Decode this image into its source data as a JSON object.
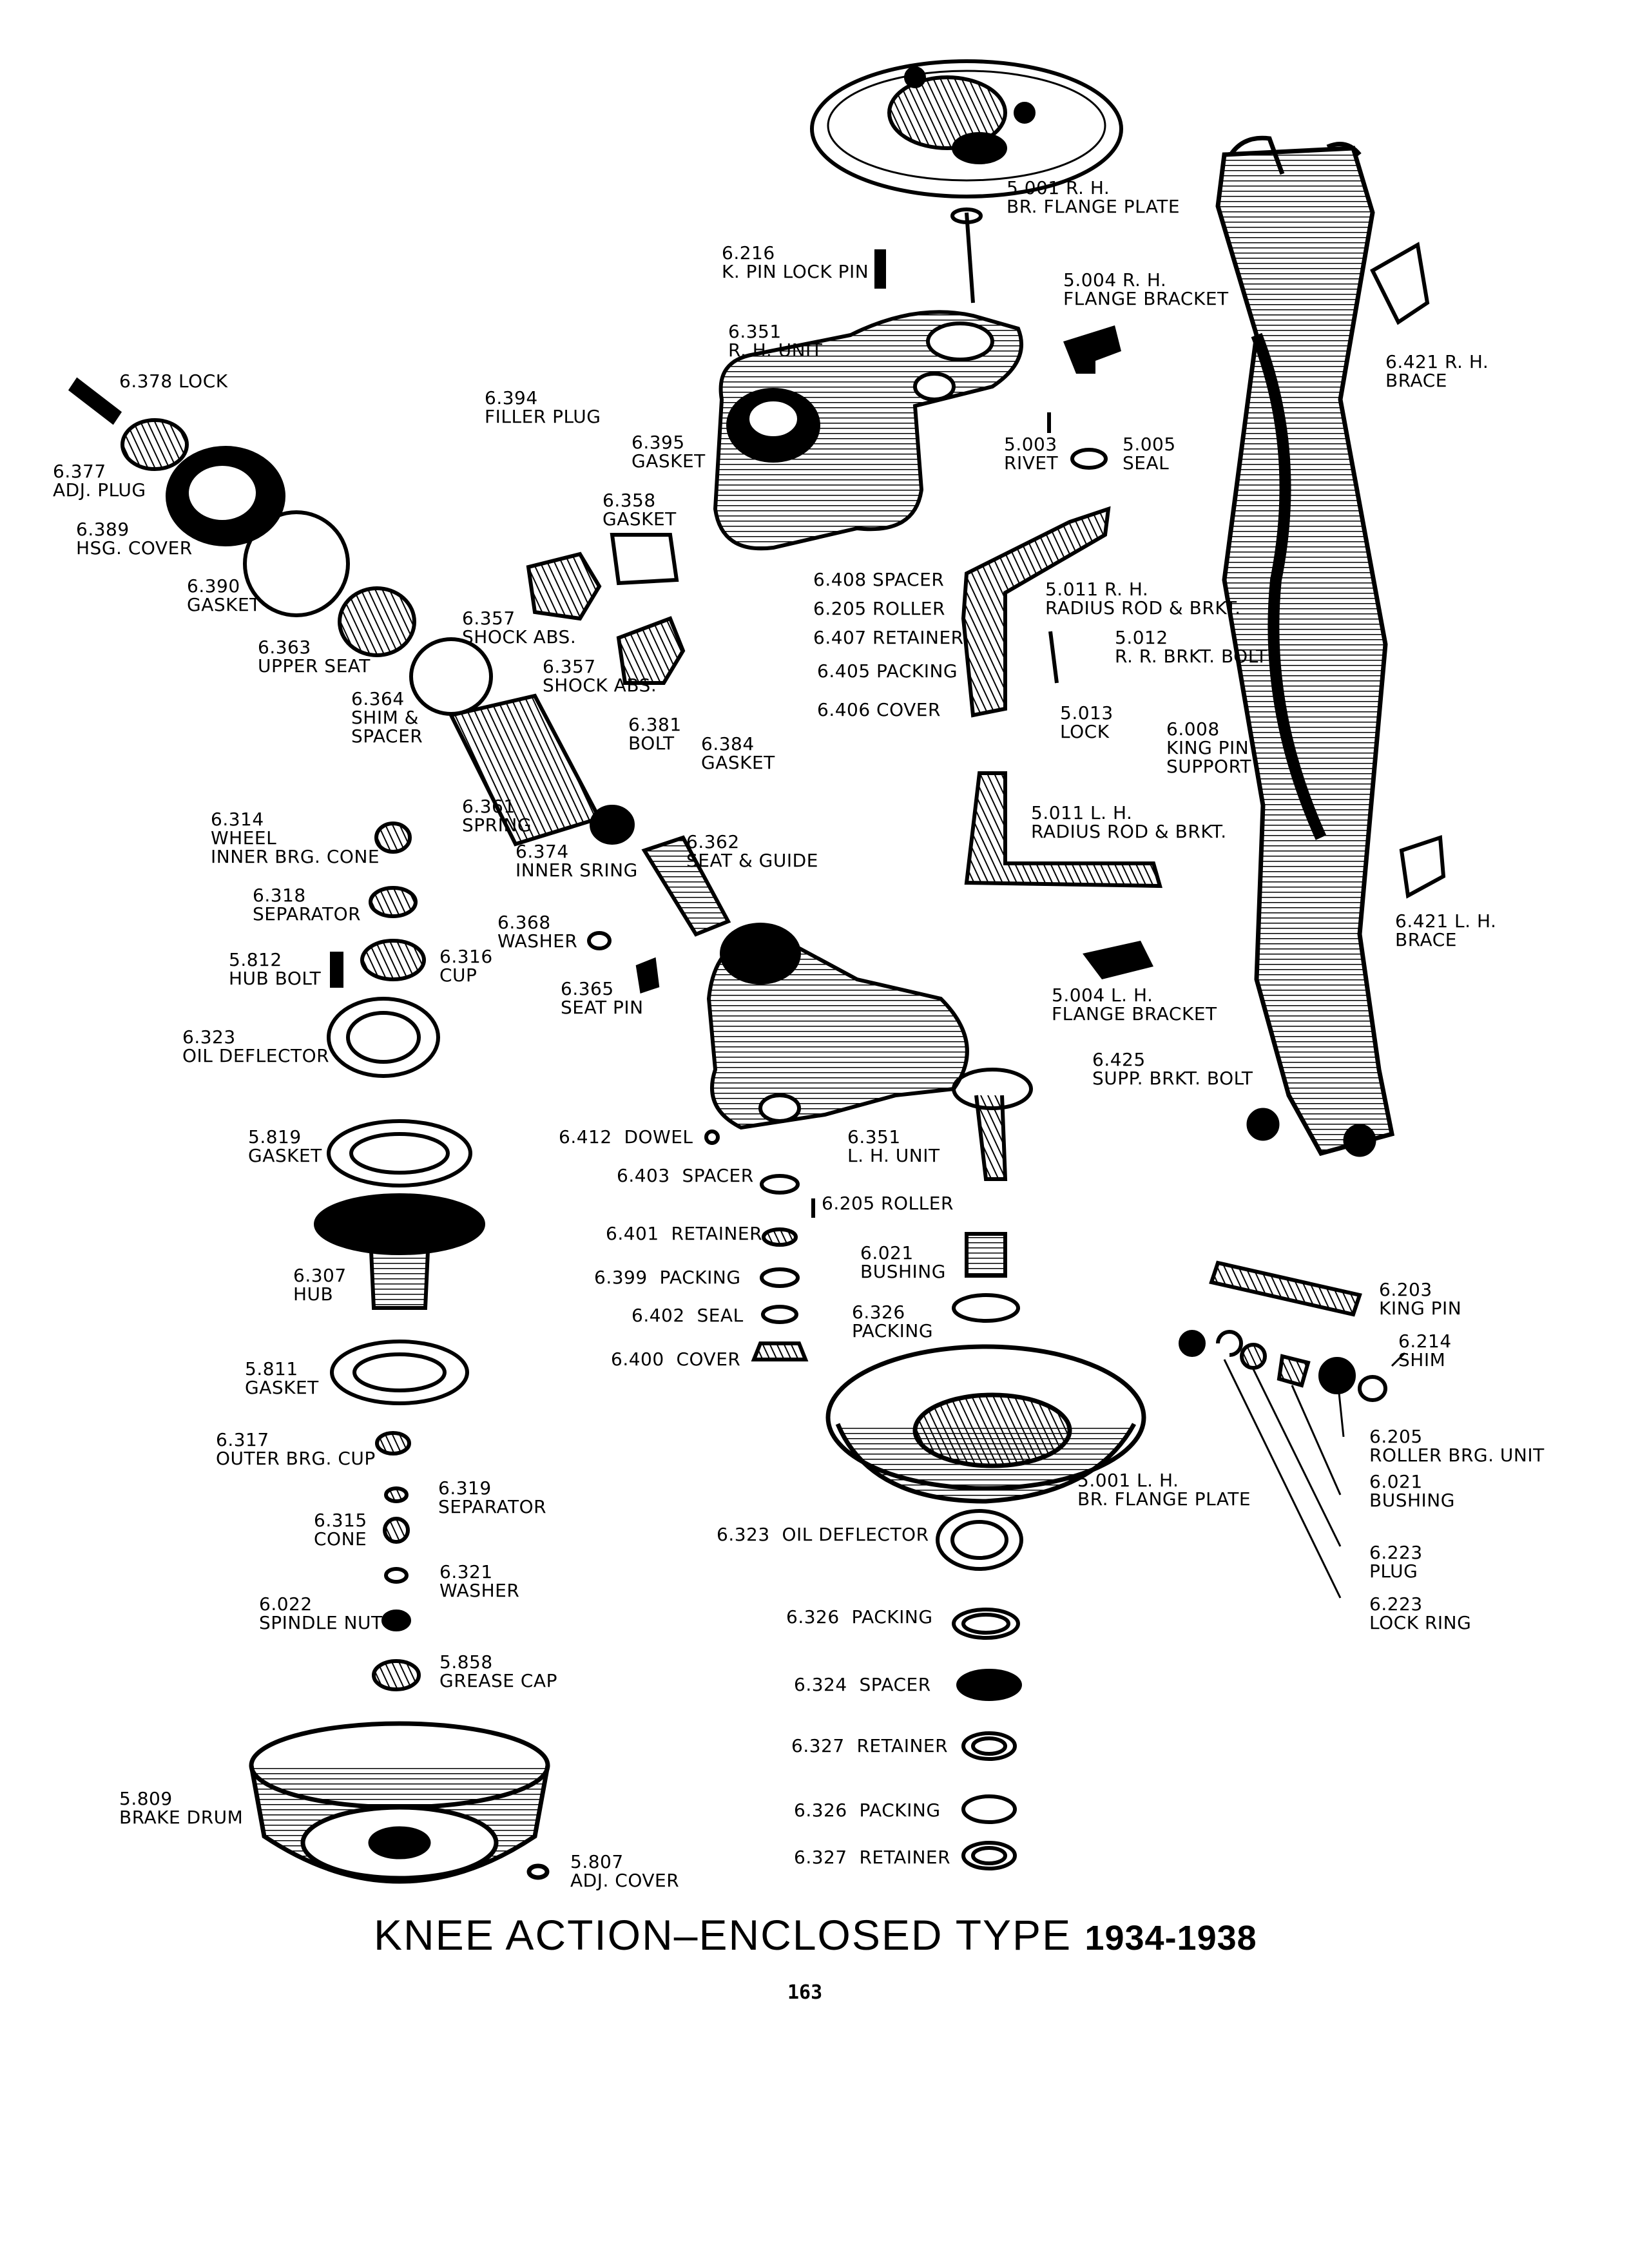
{
  "title": {
    "main": "KNEE ACTION–ENCLOSED TYPE",
    "years": "1934-1938"
  },
  "page_number": "163",
  "parts": {
    "p5001rh": [
      "5.001 R. H.",
      "BR. FLANGE PLATE"
    ],
    "p6216": [
      "6.216",
      "K. PIN LOCK PIN"
    ],
    "p5004rh": [
      "5.004 R. H.",
      "FLANGE BRACKET"
    ],
    "p6351rh": [
      "6.351",
      "R. H. UNIT"
    ],
    "p6421rh": [
      "6.421 R. H.",
      "BRACE"
    ],
    "p6378": [
      "6.378 LOCK"
    ],
    "p6394": [
      "6.394",
      "FILLER PLUG"
    ],
    "p6395": [
      "6.395",
      "GASKET"
    ],
    "p5003": [
      "5.003",
      "RIVET"
    ],
    "p5005": [
      "5.005",
      "SEAL"
    ],
    "p6377": [
      "6.377",
      "ADJ. PLUG"
    ],
    "p6389": [
      "6.389",
      "HSG. COVER"
    ],
    "p6358": [
      "6.358",
      "GASKET"
    ],
    "p6408": [
      "6.408 SPACER"
    ],
    "p6205a": [
      "6.205 ROLLER"
    ],
    "p6407": [
      "6.407 RETAINER"
    ],
    "p6405": [
      "6.405 PACKING"
    ],
    "p6406": [
      "6.406 COVER"
    ],
    "p5011rh": [
      "5.011 R. H.",
      "RADIUS ROD & BRKT."
    ],
    "p5012": [
      "5.012",
      "R. R. BRKT. BOLT"
    ],
    "p6390": [
      "6.390",
      "GASKET"
    ],
    "p6357a": [
      "6.357",
      "SHOCK ABS."
    ],
    "p6357b": [
      "6.357",
      "SHOCK ABS."
    ],
    "p6363": [
      "6.363",
      "UPPER SEAT"
    ],
    "p6364": [
      "6.364",
      "SHIM &",
      "SPACER"
    ],
    "p6381": [
      "6.381",
      "BOLT"
    ],
    "p6384": [
      "6.384",
      "GASKET"
    ],
    "p5013": [
      "5.013",
      "LOCK"
    ],
    "p6008": [
      "6.008",
      "KING PIN",
      "SUPPORT"
    ],
    "p6314": [
      "6.314",
      "WHEEL",
      "INNER BRG. CONE"
    ],
    "p6361": [
      "6.361",
      "SPRING"
    ],
    "p6374": [
      "6.374",
      "INNER SRING"
    ],
    "p6362": [
      "6.362",
      "SEAT & GUIDE"
    ],
    "p5011lh": [
      "5.011 L. H.",
      "RADIUS ROD & BRKT."
    ],
    "p6318": [
      "6.318",
      "SEPARATOR"
    ],
    "p6368": [
      "6.368",
      "WASHER"
    ],
    "p6421lh": [
      "6.421 L. H.",
      "BRACE"
    ],
    "p5812": [
      "5.812",
      "HUB BOLT"
    ],
    "p6316": [
      "6.316",
      "CUP"
    ],
    "p6365": [
      "6.365",
      "SEAT PIN"
    ],
    "p5004lh": [
      "5.004 L. H.",
      "FLANGE BRACKET"
    ],
    "p6323a": [
      "6.323",
      "OIL DEFLECTOR"
    ],
    "p6425": [
      "6.425",
      "SUPP. BRKT. BOLT"
    ],
    "p5819": [
      "5.819",
      "GASKET"
    ],
    "p6412": [
      "6.412  DOWEL"
    ],
    "p6351lh": [
      "6.351",
      "L. H. UNIT"
    ],
    "p6403": [
      "6.403  SPACER"
    ],
    "p6205b": [
      "6.205 ROLLER"
    ],
    "p6401": [
      "6.401  RETAINER"
    ],
    "p6399": [
      "6.399  PACKING"
    ],
    "p6021a": [
      "6.021",
      "BUSHING"
    ],
    "p6307": [
      "6.307",
      "HUB"
    ],
    "p6203": [
      "6.203",
      "KING PIN"
    ],
    "p6402": [
      "6.402  SEAL"
    ],
    "p6326a": [
      "6.326",
      "PACKING"
    ],
    "p6214": [
      "6.214",
      "SHIM"
    ],
    "p6400": [
      "6.400  COVER"
    ],
    "p5811": [
      "5.811",
      "GASKET"
    ],
    "p6205c": [
      "6.205",
      "ROLLER BRG. UNIT"
    ],
    "p6317": [
      "6.317",
      "OUTER BRG. CUP"
    ],
    "p6021b": [
      "6.021",
      "BUSHING"
    ],
    "p6319": [
      "6.319",
      "SEPARATOR"
    ],
    "p5001lh": [
      "5.001 L. H.",
      "BR. FLANGE PLATE"
    ],
    "p6315": [
      "6.315",
      "CONE"
    ],
    "p6323b": [
      "6.323  OIL DEFLECTOR"
    ],
    "p6223a": [
      "6.223",
      "PLUG"
    ],
    "p6321": [
      "6.321",
      "WASHER"
    ],
    "p6022": [
      "6.022",
      "SPINDLE NUT"
    ],
    "p6223b": [
      "6.223",
      "LOCK RING"
    ],
    "p6326b": [
      "6.326  PACKING"
    ],
    "p5858": [
      "5.858",
      "GREASE CAP"
    ],
    "p6324": [
      "6.324  SPACER"
    ],
    "p6327a": [
      "6.327  RETAINER"
    ],
    "p5809": [
      "5.809",
      "BRAKE DRUM"
    ],
    "p6326c": [
      "6.326  PACKING"
    ],
    "p5807": [
      "5.807",
      "ADJ. COVER"
    ],
    "p6327b": [
      "6.327  RETAINER"
    ]
  }
}
